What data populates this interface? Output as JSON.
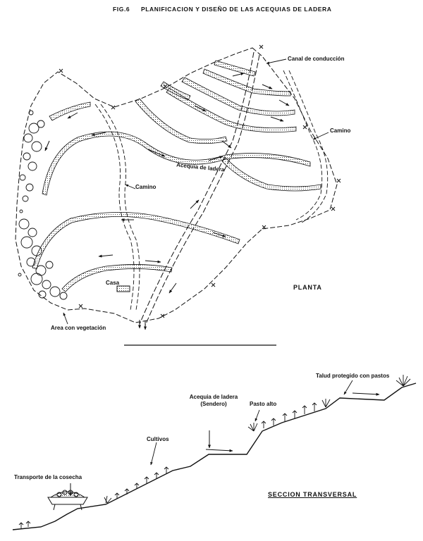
{
  "figure": {
    "number": "FIG.6",
    "title": "PLANIFICACION Y DISEÑO DE LAS ACEQUIAS DE LADERA"
  },
  "plan": {
    "view_title": "PLANTA",
    "labels": {
      "canal": "Canal de conducción",
      "camino_right": "Camino",
      "acequia": "Acequia de ladera",
      "camino_center": "Camino",
      "casa": "Casa",
      "vegetation": "Area con vegetación"
    }
  },
  "section": {
    "view_title": "SECCION TRANSVERSAL",
    "labels": {
      "talud": "Talud protegido con pastos",
      "acequia_line1": "Acequia de ladera",
      "acequia_line2": "(Sendero)",
      "pasto": "Pasto alto",
      "cultivos": "Cultivos",
      "transporte": "Transporte de la cosecha"
    }
  }
}
